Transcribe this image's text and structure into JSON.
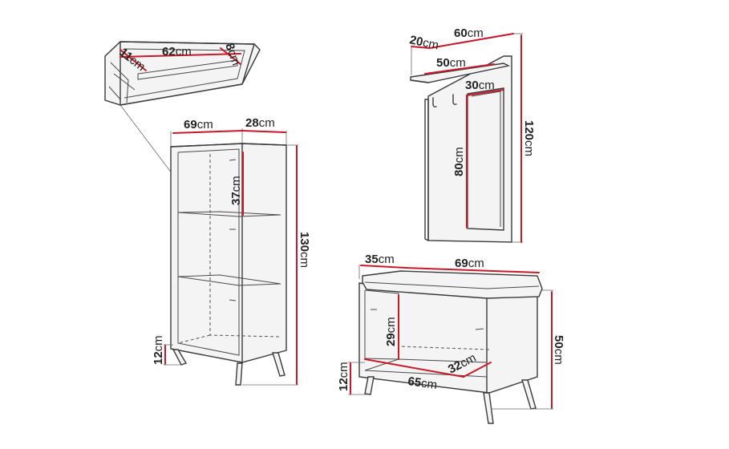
{
  "colors": {
    "dimension_line": "#c8192a",
    "outline": "#3a3a3a",
    "panel_fill": "#f4f4f4"
  },
  "shelf": {
    "width": {
      "num": "62",
      "unit": "cm"
    },
    "depth": {
      "num": "11",
      "unit": "cm"
    },
    "height": {
      "num": "8",
      "unit": "cm"
    }
  },
  "cabinet": {
    "width": {
      "num": "69",
      "unit": "cm"
    },
    "depth": {
      "num": "28",
      "unit": "cm"
    },
    "shelf_height": {
      "num": "37",
      "unit": "cm"
    },
    "height": {
      "num": "130",
      "unit": "cm"
    },
    "leg_height": {
      "num": "12",
      "unit": "cm"
    }
  },
  "wall_panel": {
    "depth": {
      "num": "20",
      "unit": "cm"
    },
    "width": {
      "num": "60",
      "unit": "cm"
    },
    "shelf_width": {
      "num": "50",
      "unit": "cm"
    },
    "mirror_width": {
      "num": "30",
      "unit": "cm"
    },
    "mirror_height": {
      "num": "80",
      "unit": "cm"
    },
    "height": {
      "num": "120",
      "unit": "cm"
    }
  },
  "bench": {
    "depth": {
      "num": "35",
      "unit": "cm"
    },
    "width": {
      "num": "69",
      "unit": "cm"
    },
    "inner_height": {
      "num": "29",
      "unit": "cm"
    },
    "height": {
      "num": "50",
      "unit": "cm"
    },
    "inner_width": {
      "num": "65",
      "unit": "cm"
    },
    "inner_depth": {
      "num": "32",
      "unit": "cm"
    },
    "leg_height": {
      "num": "12",
      "unit": "cm"
    }
  }
}
